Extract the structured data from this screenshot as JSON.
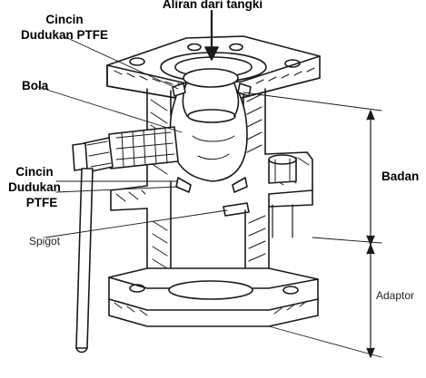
{
  "labels": {
    "flow": "Aliran dari tangki",
    "seat_top_1": "Cincin",
    "seat_top_2": "Dudukan PTFE",
    "ball": "Bola",
    "seat_bottom_1": "Cincin",
    "seat_bottom_2": "Dudukan",
    "seat_bottom_3": "PTFE",
    "spigot": "Spigot",
    "body": "Badan",
    "adaptor": "Adaptor"
  },
  "colors": {
    "line": "#1a1a1a",
    "background": "#ffffff"
  }
}
